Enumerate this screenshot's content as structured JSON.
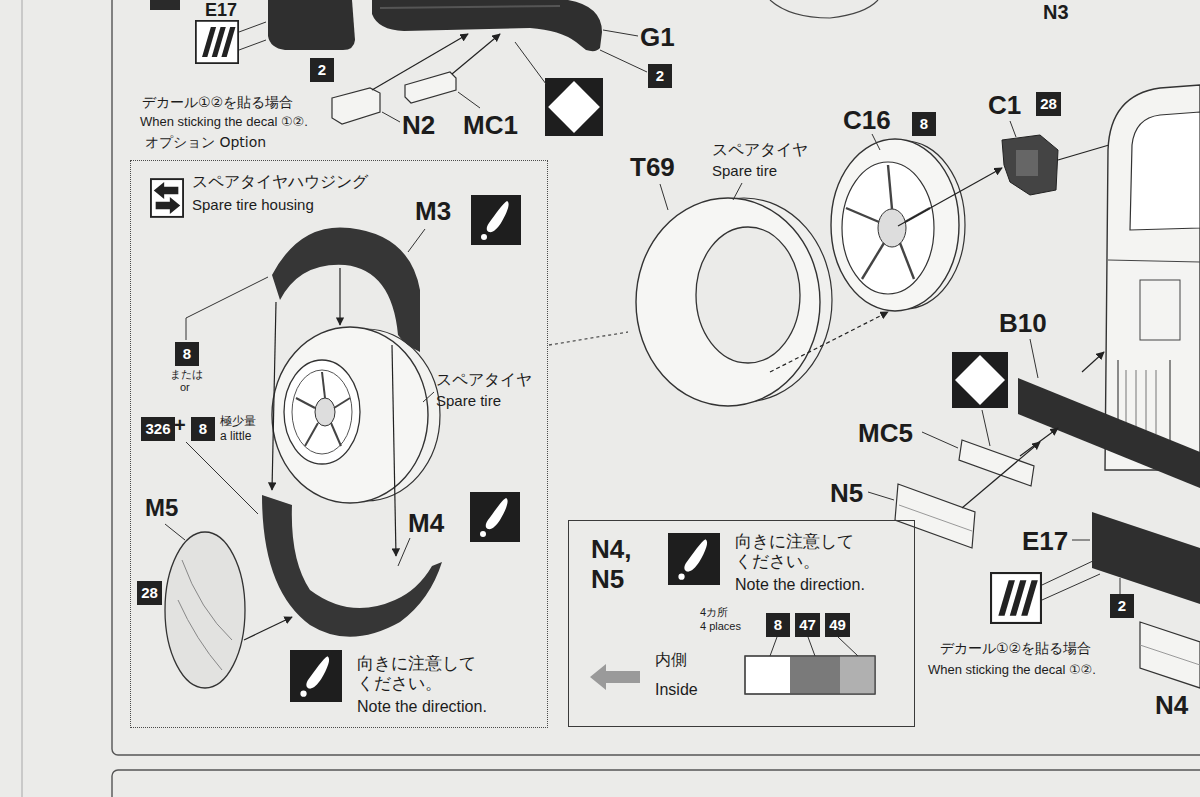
{
  "diagram": {
    "nodes": [
      {
        "text": [
          "2"
        ]
      },
      {
        "text": [
          "2"
        ]
      },
      {
        "text": [
          "オプション Option"
        ]
      },
      {
        "text": [
          "8"
        ],
        "in": 2
      },
      {
        "text": [
          "326"
        ],
        "in": 2
      },
      {
        "text": [
          "8"
        ],
        "in": 2
      },
      {
        "text": [
          "28"
        ],
        "in": 2
      },
      {
        "text": [
          "8"
        ]
      },
      {
        "text": [
          "28"
        ]
      },
      {
        "text": [
          "N4, N5"
        ]
      },
      {
        "text": [
          "8"
        ],
        "in": 9
      },
      {
        "text": [
          "47"
        ],
        "in": 9
      },
      {
        "text": [
          "49"
        ],
        "in": 9
      },
      {
        "text": [
          "2"
        ]
      }
    ],
    "labels": [
      "E17",
      "G1",
      "デカール①②を貼る場合",
      "When sticking the decal ①②.",
      "N2",
      "MC1",
      "N3",
      "スペアタイヤハウジング",
      "Spare tire housing",
      "M3",
      "または",
      "or",
      "+",
      "極少量",
      "a little",
      "スペアタイヤ",
      "Spare tire",
      "M5",
      "M4",
      "向きに注意して ください。",
      "Note the direction.",
      "T69",
      "スペアタイヤ",
      "Spare tire",
      "C16",
      "C1",
      "B10",
      "MC5",
      "N5",
      "E17",
      "デカール①②を貼る場合",
      "When sticking the decal ①②.",
      "N4",
      "向きに注意して ください。",
      "Note the direction.",
      "4カ所",
      "4 places",
      "内側",
      "Inside"
    ]
  }
}
